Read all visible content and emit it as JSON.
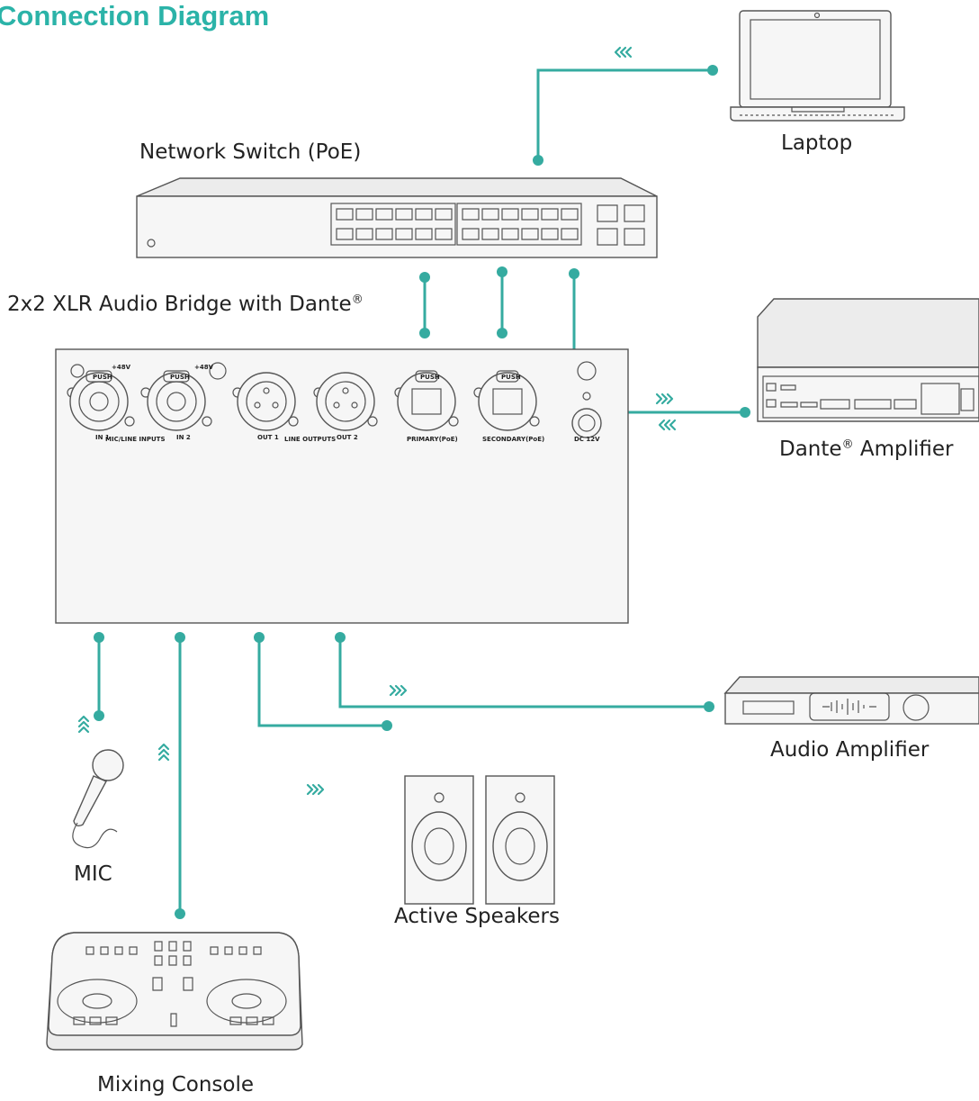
{
  "title": "Connection Diagram",
  "labels": {
    "network_switch": "Network Switch (PoE)",
    "laptop": "Laptop",
    "audio_bridge": "2x2 XLR Audio Bridge with Dante",
    "dante_amplifier_pre": "Dante",
    "dante_amplifier_post": " Amplifier",
    "audio_amplifier": "Audio Amplifier",
    "mic": "MIC",
    "active_speakers": "Active Speakers",
    "mixing_console": "Mixing Console",
    "registered": "®"
  },
  "panel_labels": {
    "phantom_1": "+48V",
    "phantom_2": "+48V",
    "push_1": "PUSH",
    "push_2": "PUSH",
    "push_3": "PUSH",
    "push_4": "PUSH",
    "in1": "IN 1",
    "mic_line_inputs": "MIC/LINE INPUTS",
    "in2": "IN 2",
    "out1": "OUT 1",
    "line_outputs": "LINE OUTPUTS",
    "out2": "OUT 2",
    "primary": "PRIMARY(PoE)",
    "secondary": "SECONDARY(PoE)",
    "dc": "DC 12V"
  },
  "colors": {
    "accent": "#2bb3a8",
    "wire": "#35aba0",
    "device_stroke": "#555555"
  },
  "icons": [
    "laptop-icon",
    "network-switch-icon",
    "dante-amplifier-icon",
    "audio-bridge-icon",
    "audio-amplifier-icon",
    "microphone-icon",
    "active-speakers-icon",
    "mixing-console-icon"
  ]
}
